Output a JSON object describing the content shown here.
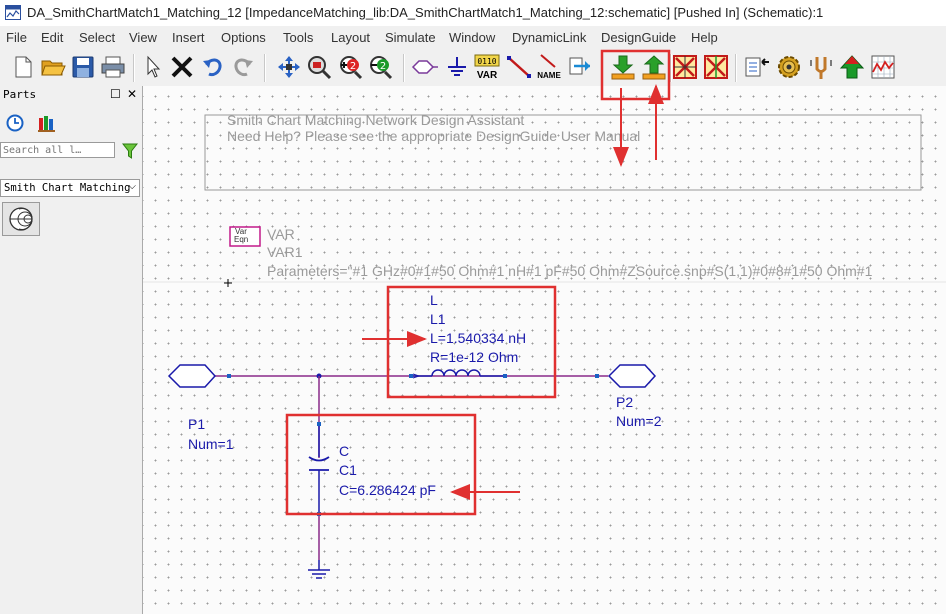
{
  "window": {
    "title": "DA_SmithChartMatch1_Matching_12 [ImpedanceMatching_lib:DA_SmithChartMatch1_Matching_12:schematic] [Pushed In] (Schematic):1"
  },
  "menu": [
    "File",
    "Edit",
    "Select",
    "View",
    "Insert",
    "Options",
    "Tools",
    "Layout",
    "Simulate",
    "Window",
    "DynamicLink",
    "DesignGuide",
    "Help"
  ],
  "toolbar": {
    "var_label": "VAR",
    "var_digits": "0110",
    "name_label": "NAME"
  },
  "parts_panel": {
    "title": "Parts",
    "pin_glyph": "☐",
    "close_glyph": "✕",
    "search_placeholder": "Search all l…",
    "library": "Smith Chart Matching"
  },
  "schematic": {
    "assistant_line1": "Smith Chart Matching Network Design Assistant",
    "assistant_line2": "Need Help?  Please see the appropriate DesignGuide User Manual",
    "var_icon_line1": "Var",
    "var_icon_line2": "Eqn",
    "var_type": "VAR",
    "var_name": "VAR1",
    "var_params": "Parameters=\"#1 GHz#0#1#50 Ohm#1 nH#1 pF#50 Ohm#ZSource.snp#S(1,1)#0#8#1#50 Ohm#1",
    "inductor": {
      "type": "L",
      "name": "L1",
      "value": "L=1.540334 nH",
      "resistance": "R=1e-12 Ohm"
    },
    "capacitor": {
      "type": "C",
      "name": "C1",
      "value": "C=6.286424 pF"
    },
    "port1": {
      "name": "P1",
      "num": "Num=1"
    },
    "port2": {
      "name": "P2",
      "num": "Num=2"
    }
  },
  "colors": {
    "wire": "#8a2b8a",
    "component": "#1a1aaa",
    "annotation": "#e03030",
    "property_gray": "#9a9a9a"
  }
}
